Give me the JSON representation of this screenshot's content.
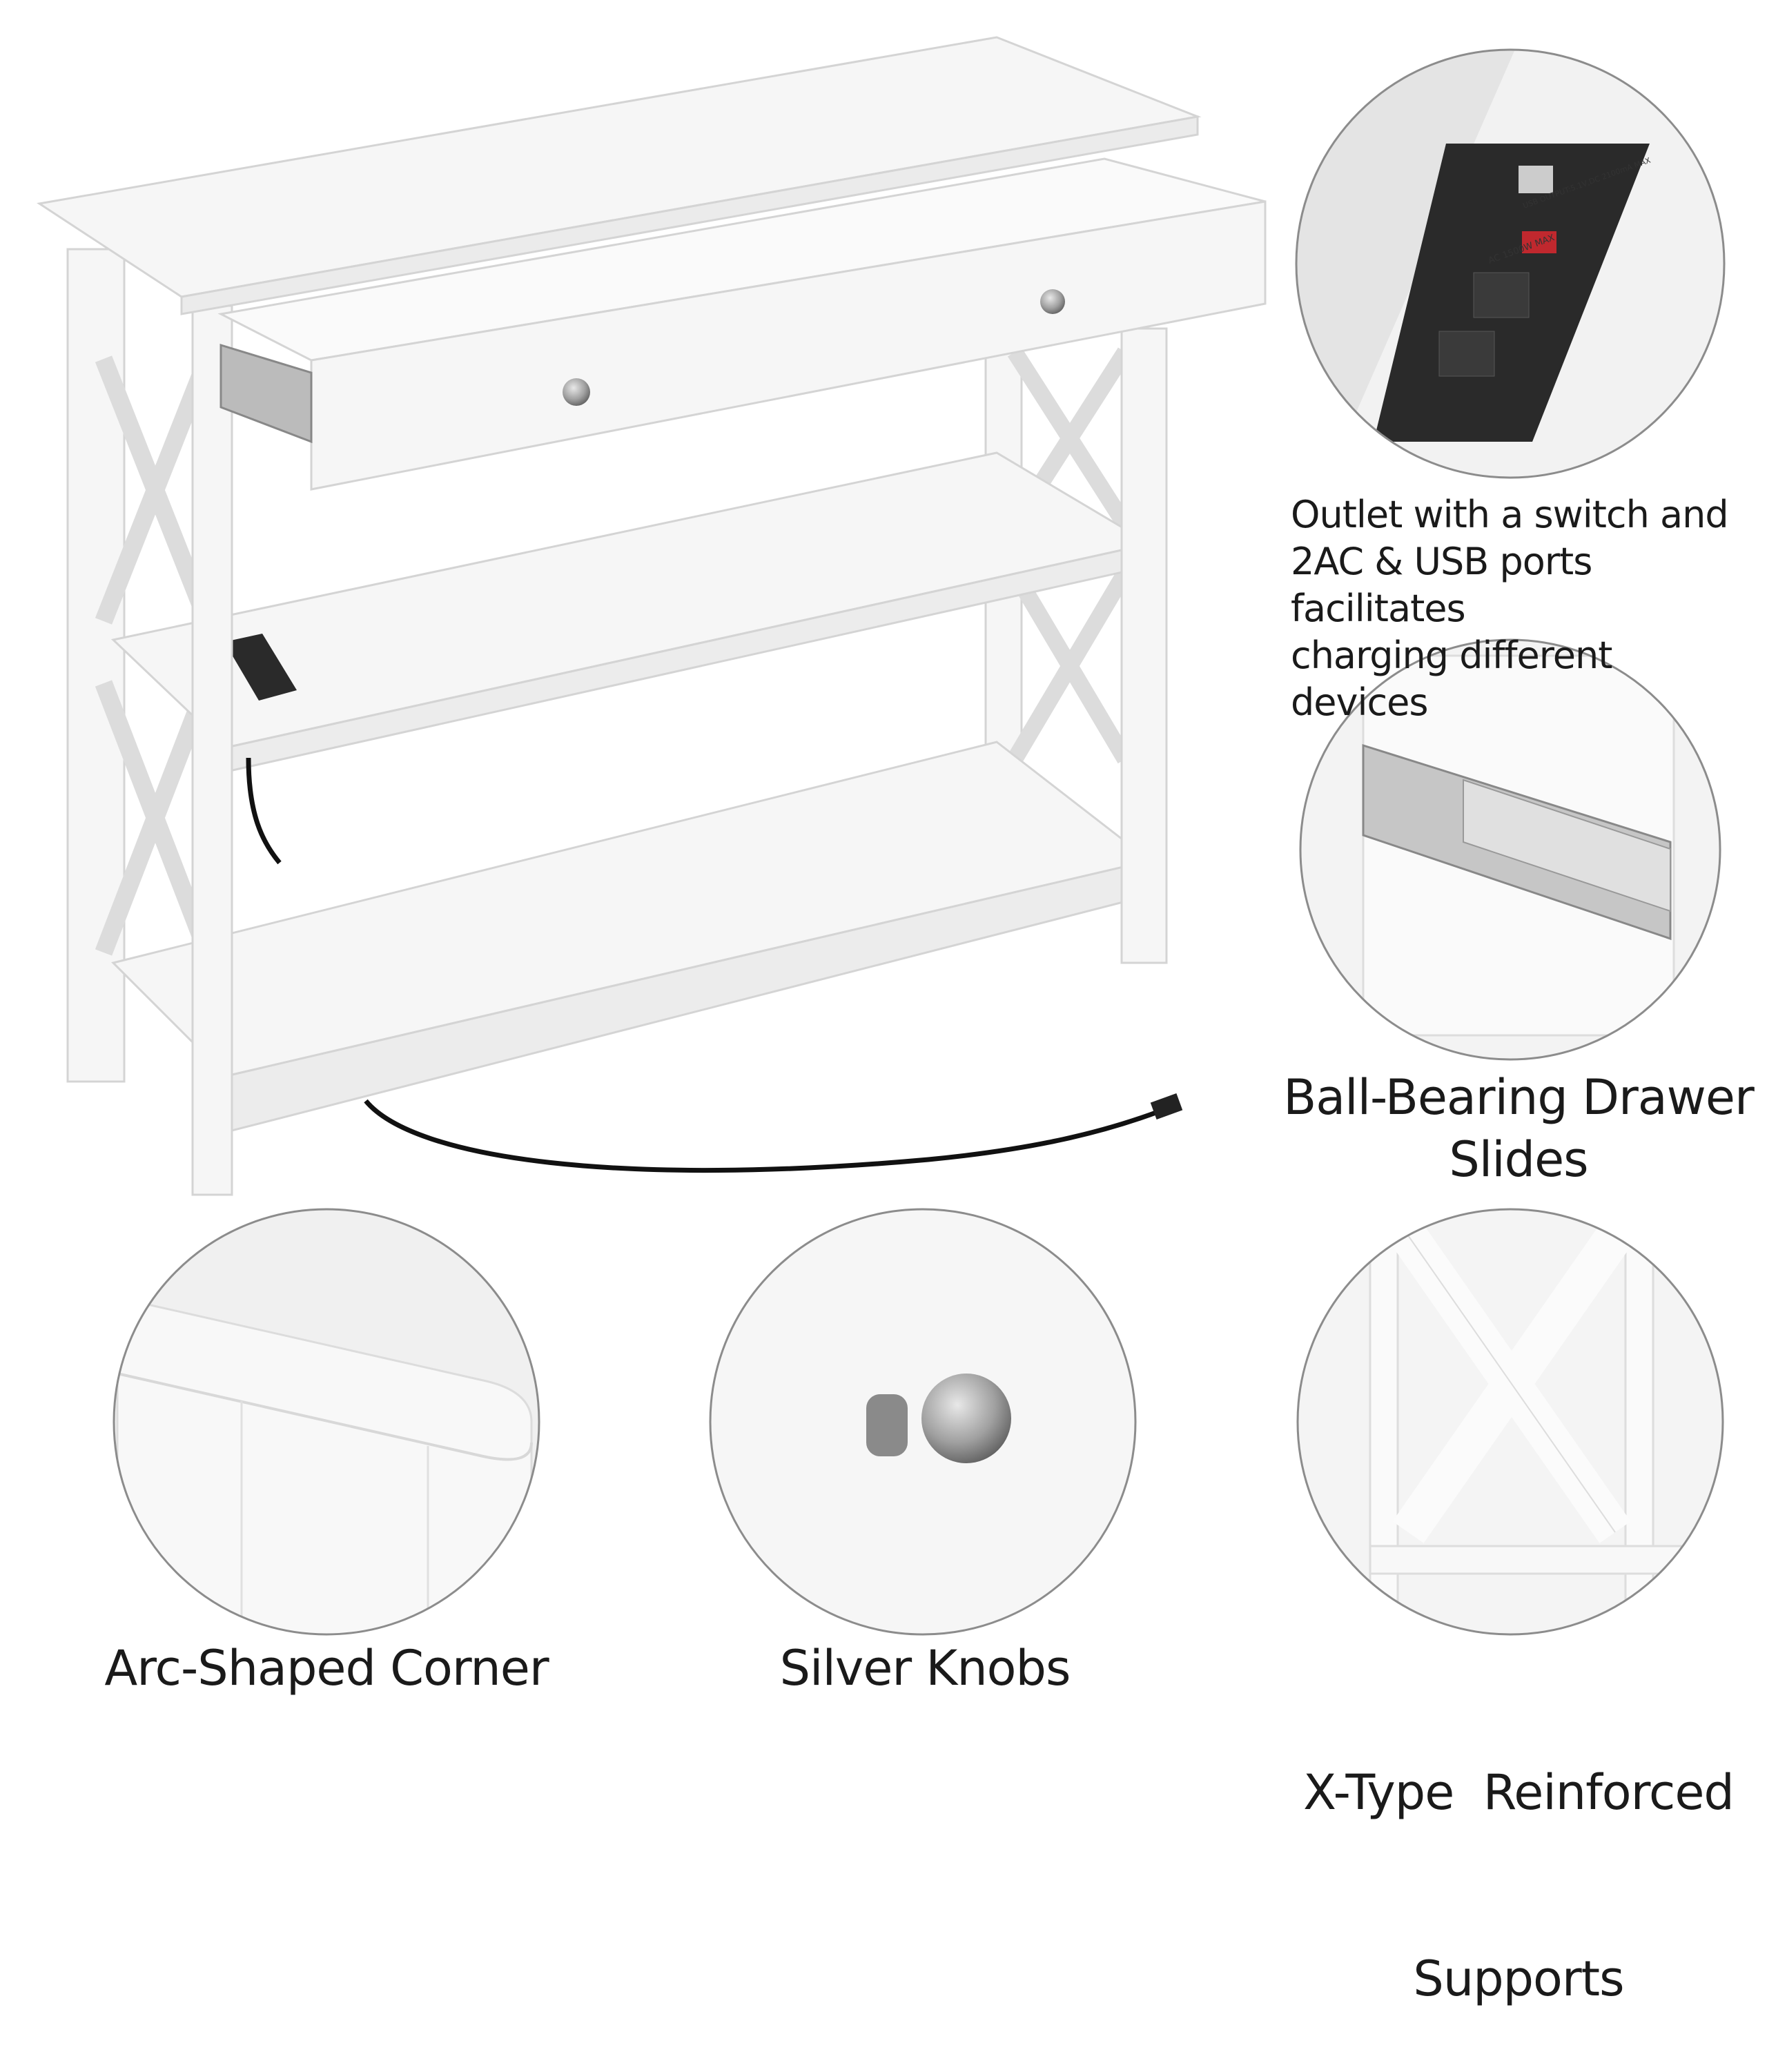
{
  "features": [
    {
      "id": "outlet",
      "caption_lines": [
        "Outlet with a switch and",
        "2AC & USB ports facilitates",
        "charging different devices"
      ],
      "panel_labels": {
        "usb": "USB OUTPUT:5.1V,DC 2100mA MAX",
        "ac": "AC 1500W MAX"
      }
    },
    {
      "id": "slides",
      "caption_lines": [
        "Ball-Bearing Drawer",
        "Slides"
      ]
    },
    {
      "id": "corner",
      "caption_lines": [
        "Arc-Shaped Corner"
      ]
    },
    {
      "id": "knobs",
      "caption_lines": [
        "Silver Knobs"
      ]
    },
    {
      "id": "supports",
      "caption_lines": [
        "X-Type  Reinforced",
        "Supports"
      ]
    }
  ],
  "colors": {
    "background": "#ffffff",
    "furniture": "#f4f4f4",
    "outline": "#d6d6d6",
    "circle_border": "#8c8c8c",
    "outlet_panel": "#2a2a2a",
    "switch": "#c0282e",
    "cord": "#111111",
    "knob": "#9a9a9a"
  }
}
